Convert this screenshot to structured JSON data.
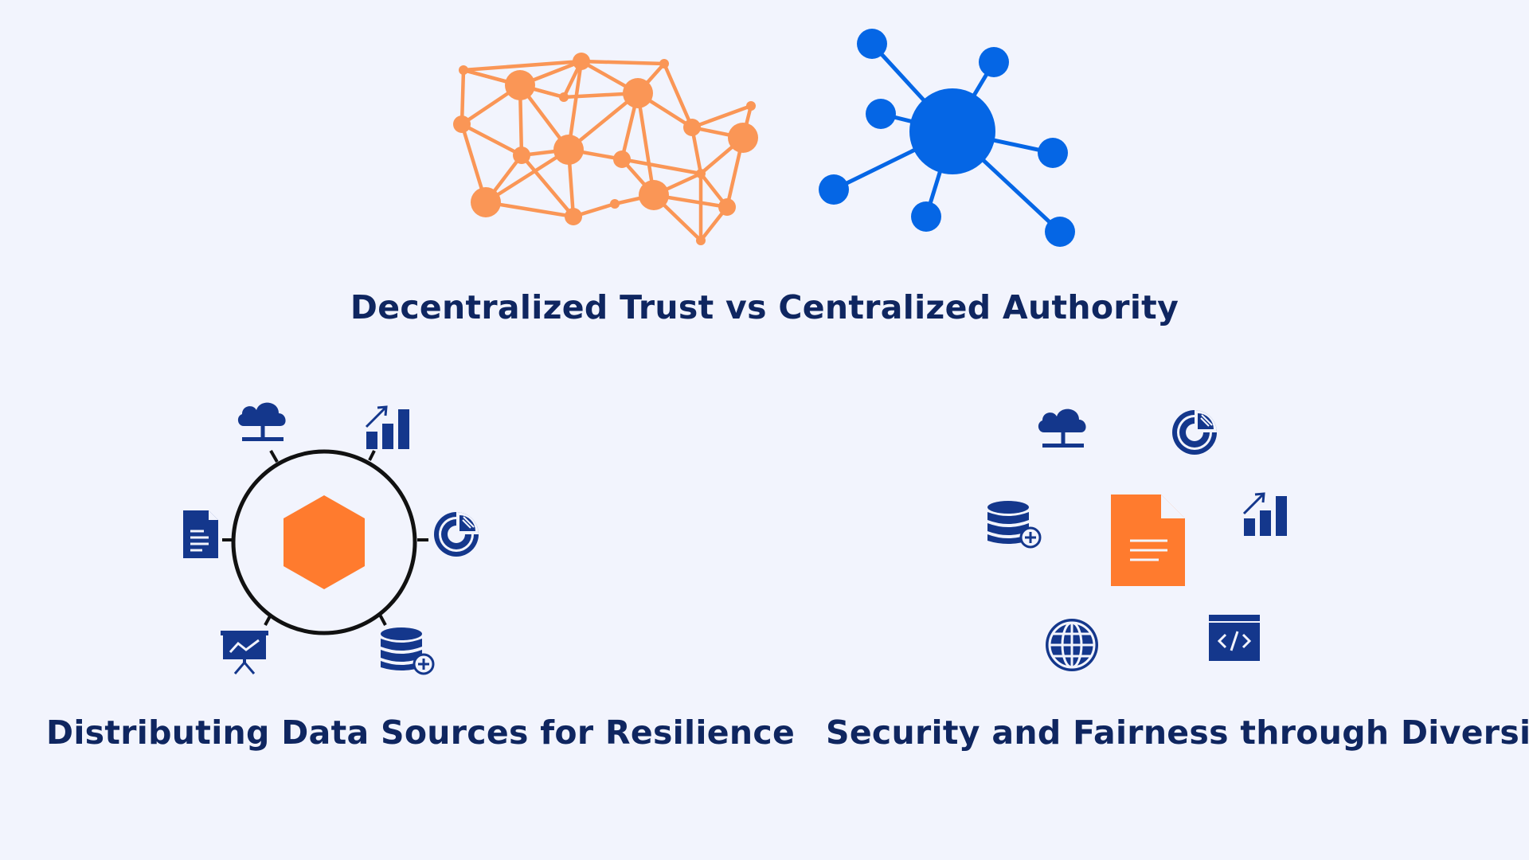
{
  "captions": {
    "top": "Decentralized Trust vs Centralized Authority",
    "bottom_left": "Distributing Data Sources for Resilience",
    "bottom_right": "Security and Fairness through Diversity"
  },
  "colors": {
    "background": "#f2f4fd",
    "navy": "#0f2660",
    "mesh_orange": "#fa9656",
    "bright_orange": "#ff7b2e",
    "hub_blue": "#0566e5",
    "icon_navy": "#14378c"
  },
  "icons": {
    "left_cluster": [
      "cloud-server-icon",
      "bar-chart-up-icon",
      "pie-chart-icon",
      "database-add-icon",
      "presentation-chart-icon",
      "document-icon"
    ],
    "left_center": "hexagon-icon",
    "right_cluster": [
      "cloud-server-icon",
      "pie-chart-icon",
      "database-add-icon",
      "bar-chart-up-icon",
      "globe-icon",
      "code-window-icon"
    ],
    "right_center": "document-icon"
  }
}
